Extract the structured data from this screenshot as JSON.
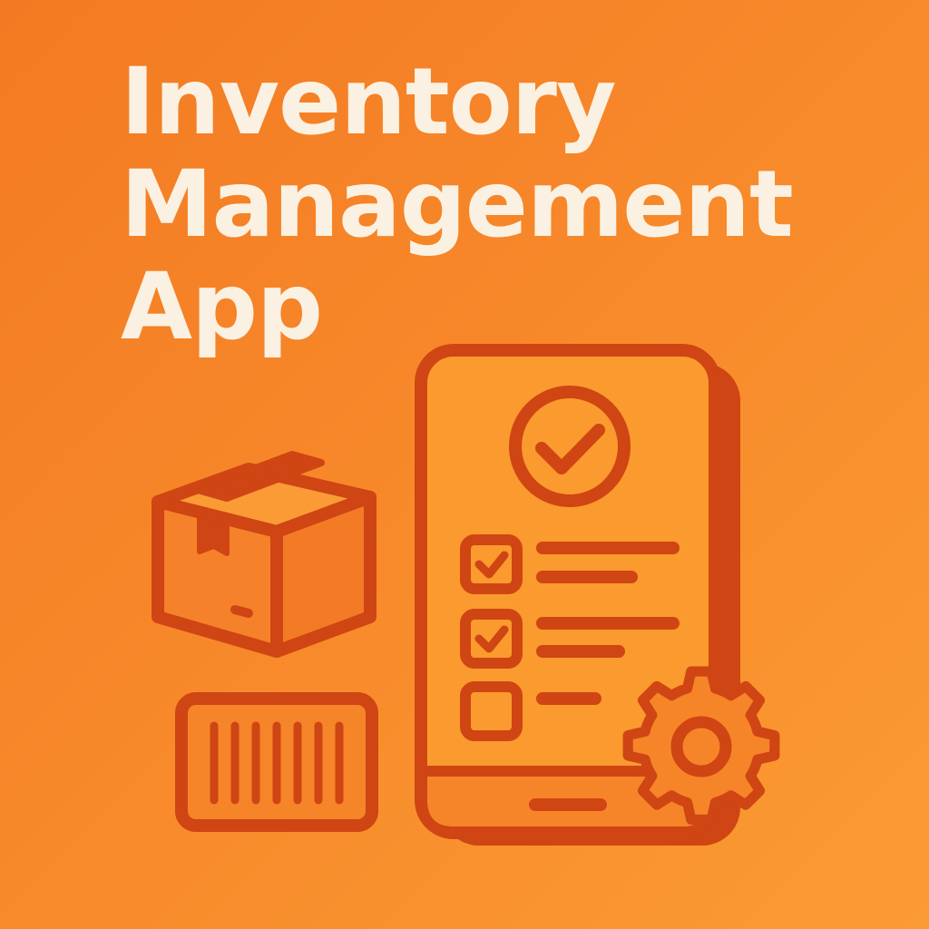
{
  "title": {
    "line1": "Inventory",
    "line2": "Management",
    "line3": "App"
  },
  "icons": [
    "box-icon",
    "barcode-icon",
    "phone-icon",
    "check-circle-icon",
    "checkbox-checked-icon",
    "checkbox-empty-icon",
    "gear-icon"
  ],
  "checklist": [
    {
      "checked": true
    },
    {
      "checked": true
    },
    {
      "checked": false
    }
  ],
  "colors": {
    "background_start": "#f37a22",
    "background_end": "#fb9b33",
    "title_text": "#fbf1e2",
    "outline": "#cf4513",
    "phone_screen": "#fb9a2e",
    "fill_orange": "#f6852a"
  }
}
